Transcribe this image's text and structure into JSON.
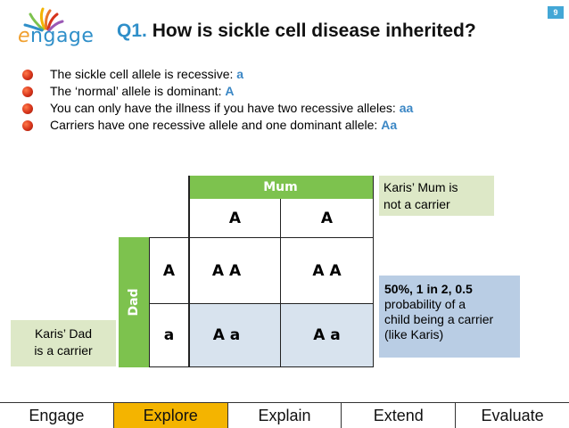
{
  "slide_number": "9",
  "logo": {
    "text_first": "e",
    "text_rest": "ngage"
  },
  "title": {
    "prefix": "Q1.",
    "text": "How is sickle cell disease inherited?"
  },
  "bullets": [
    {
      "text": "The sickle cell allele is recessive: ",
      "allele": "a"
    },
    {
      "text": "The ‘normal’ allele is dominant: ",
      "allele": "A"
    },
    {
      "text": "You can only have the illness if you have two recessive alleles: ",
      "allele": "aa"
    },
    {
      "text": "Carriers have one recessive allele and one dominant allele: ",
      "allele": "Aa"
    }
  ],
  "punnett": {
    "mum_label": "Mum",
    "dad_label": "Dad",
    "mum_alleles": [
      "A",
      "A"
    ],
    "dad_alleles": [
      "A",
      "a"
    ],
    "cells": [
      [
        "A A",
        "A A"
      ],
      [
        "A a",
        "A a"
      ]
    ]
  },
  "notes": {
    "mum_note": [
      "Karis’ Mum is",
      "not a carrier"
    ],
    "dad_note": [
      "Karis’ Dad",
      "is a carrier"
    ],
    "prob_heading": "50%, 1 in 2, 0.5",
    "prob_lines": [
      "probability of a",
      "child being a carrier",
      "(like Karis)"
    ]
  },
  "footer_tabs": [
    "Engage",
    "Explore",
    "Explain",
    "Extend",
    "Evaluate"
  ],
  "active_tab": "Explore",
  "colors": {
    "accent_blue": "#2f8fc9",
    "punnett_green": "#7dc24e",
    "active_tab": "#f4b400",
    "bullet_red": "#d6331a"
  }
}
